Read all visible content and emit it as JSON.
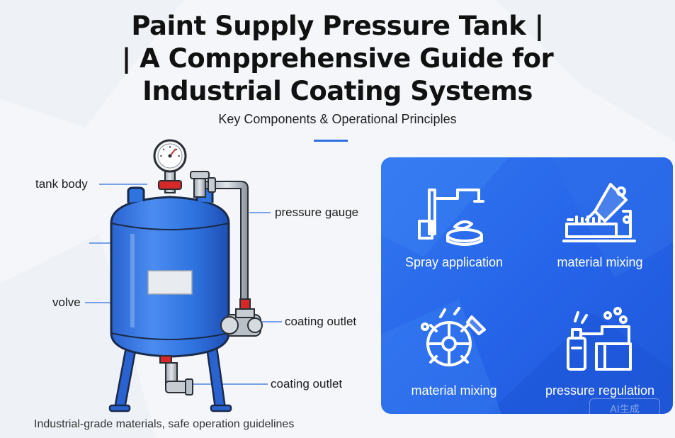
{
  "title": {
    "line1": "Paint Supply Pressure Tank |",
    "line2": "| A Compprehensive Guide for",
    "line3": "Industrial Coating Systems"
  },
  "subtitle": "Key Components & Operational Principles",
  "colors": {
    "accent": "#2f6fe0",
    "tank_blue": "#2f73e0",
    "panel_blue": "#2563e8",
    "valve_red": "#d62828"
  },
  "diagram": {
    "labels": {
      "tank_body": "tank body",
      "pressure_gauge": "pressure gauge",
      "valve": "volve",
      "coating_outlet_side": "coating outlet",
      "coating_outlet_bottom": "coating outlet"
    }
  },
  "features": [
    {
      "label": "Spray application",
      "icon": "spray-equipment-icon"
    },
    {
      "label": "material mixing",
      "icon": "mixing-machine-icon"
    },
    {
      "label": "material mixing",
      "icon": "mixer-blades-icon"
    },
    {
      "label": "pressure regulation",
      "icon": "pressure-system-icon"
    }
  ],
  "watermark": "AI生成",
  "footer": "Industrial-grade materials, safe operation guidelines"
}
